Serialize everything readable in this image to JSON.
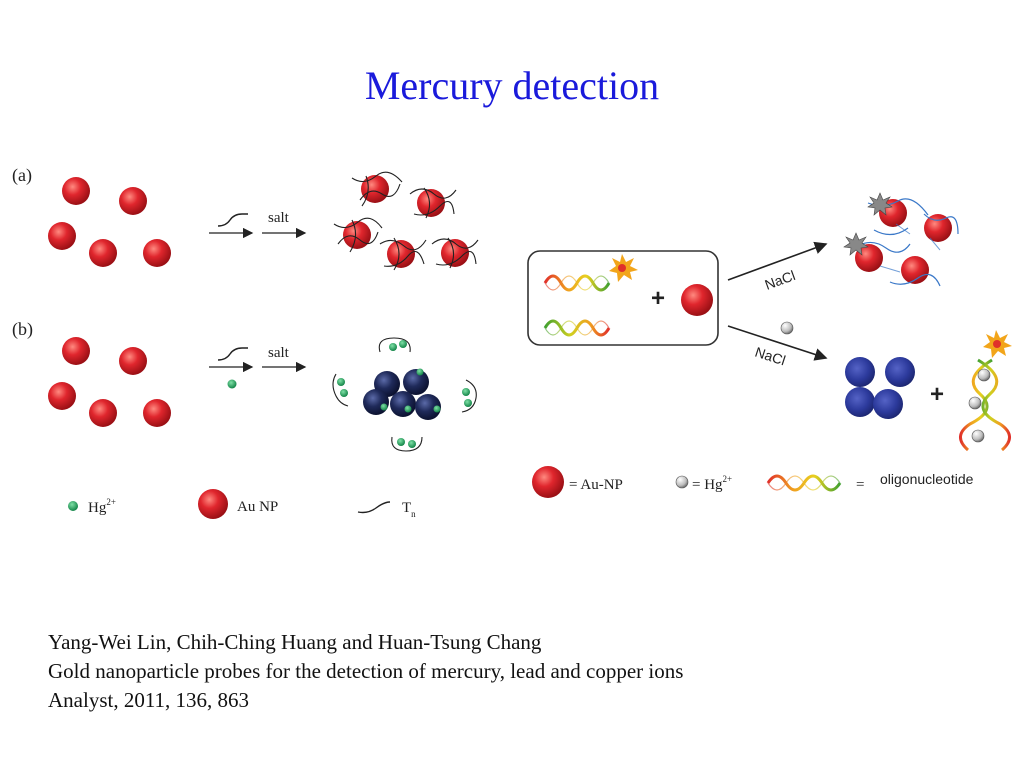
{
  "slide": {
    "title": "Mercury detection"
  },
  "figure_left": {
    "panel_a_label": "(a)",
    "panel_b_label": "(b)",
    "salt_label_a": "salt",
    "salt_label_b": "salt",
    "legend": {
      "hg_label": "Hg",
      "hg_sup": "2+",
      "aunp_label": "Au NP",
      "tn_label": "T",
      "tn_sub": "n"
    }
  },
  "figure_right": {
    "nacl_upper": "NaCl",
    "nacl_lower": "NaCl",
    "plus_in_box": "+",
    "plus_result": "+",
    "legend": {
      "aunp_label": "= Au-NP",
      "hg_label": "= Hg",
      "hg_sup": "2+",
      "oligo_eq": "=",
      "oligo_label": "oligonucleotide"
    }
  },
  "citation": {
    "authors": "Yang-Wei Lin, Chih-Ching Huang and Huan-Tsung Chang",
    "title": "Gold nanoparticle probes for the detection of mercury, lead and copper ions",
    "journal": "Analyst, 2011, 136, 863"
  },
  "colors": {
    "title": "#1a1adb",
    "au_np": "#d8262c",
    "aggregated_np_dark": "#1c2650",
    "aggregated_np_blue": "#2b3a9a",
    "hg_left": "#1fa05a",
    "hg_right": "#d0d0d0"
  }
}
